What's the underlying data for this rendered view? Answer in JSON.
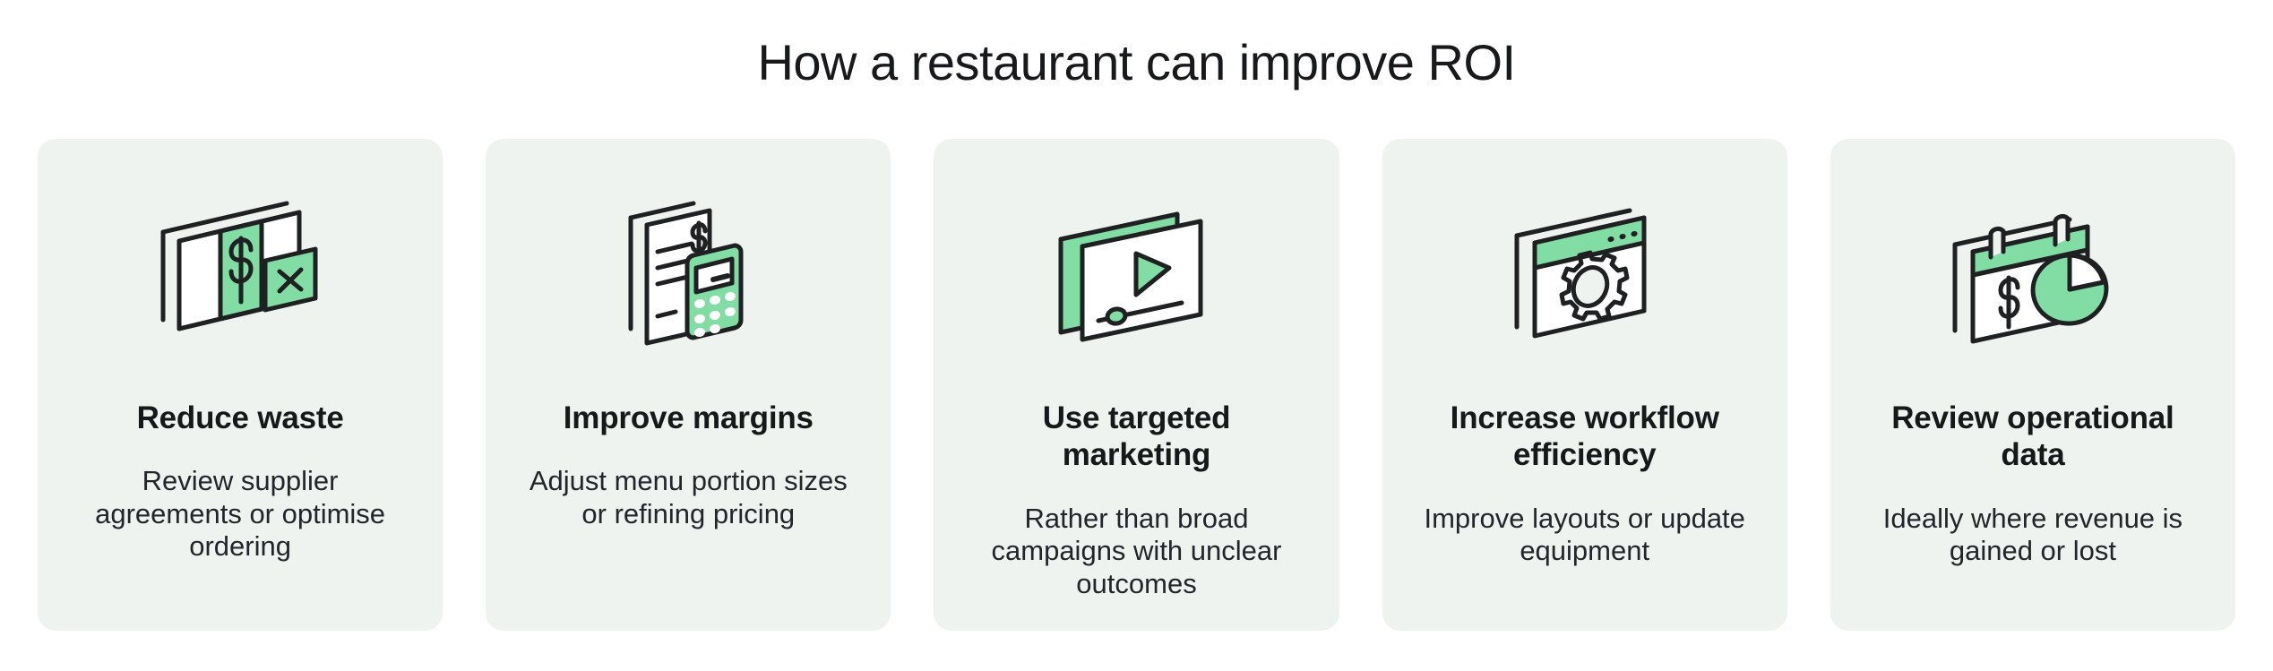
{
  "header": {
    "title": "How a restaurant can improve ROI"
  },
  "colors": {
    "page_background": "#ffffff",
    "card_background": "#eff3f0",
    "accent_green": "#81dda3",
    "stroke_dark": "#1e2022",
    "title_text": "#17191a",
    "body_text": "#22262a"
  },
  "cards": [
    {
      "icon": "banknote-dollar-reject-icon",
      "title": "Reduce waste",
      "body": "Review supplier agreements or optimise ordering"
    },
    {
      "icon": "invoice-calculator-icon",
      "title": "Improve margins",
      "body": "Adjust menu portion sizes or refining pricing"
    },
    {
      "icon": "video-play-screen-icon",
      "title": "Use targeted marketing",
      "body": "Rather than broad campaigns with unclear outcomes"
    },
    {
      "icon": "browser-window-gear-icon",
      "title": "Increase workflow efficiency",
      "body": "Improve layouts or update equipment"
    },
    {
      "icon": "calendar-dollar-pie-chart-icon",
      "title": "Review operational data",
      "body": "Ideally where revenue is gained or lost"
    }
  ]
}
